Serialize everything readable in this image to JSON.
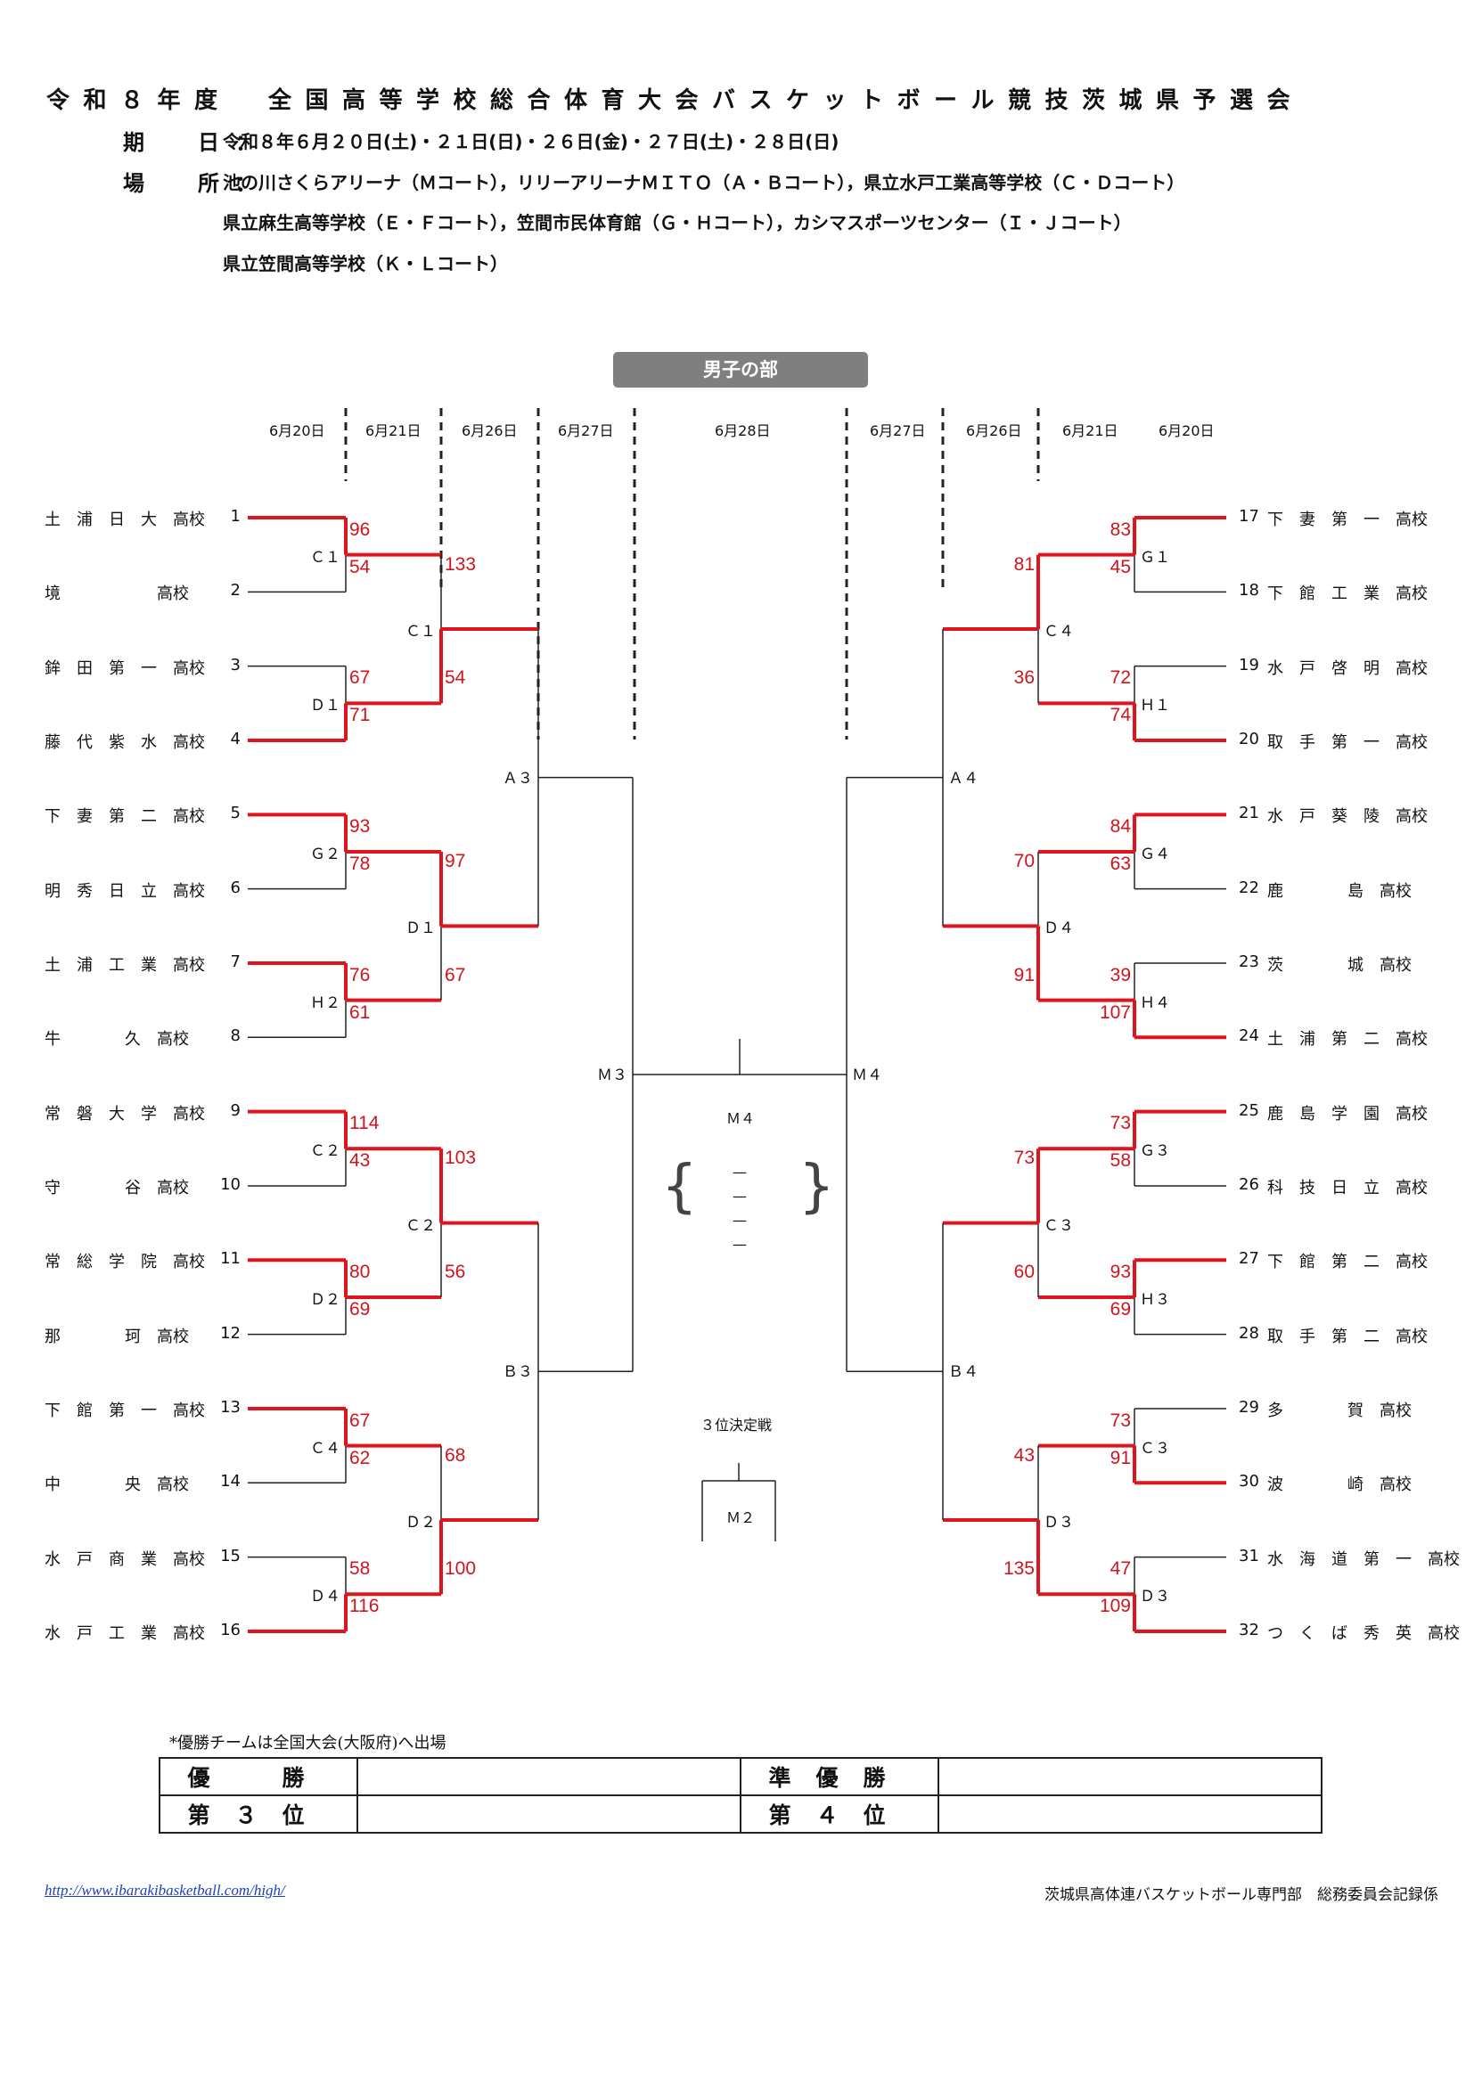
{
  "header": {
    "title": "令和８年度　全国高等学校総合体育大会バスケットボール競技茨城県予選会",
    "date_label": "期　日：",
    "date_value": "令和８年６月２０日(土)・２１日(日)・２６日(金)・２７日(土)・２８日(日)",
    "venue_label": "場　所：",
    "venue_lines": [
      "池の川さくらアリーナ（Ｍコート），リリーアリーナＭＩＴＯ（Ａ・Ｂコート），県立水戸工業高等学校（Ｃ・Ｄコート）",
      "県立麻生高等学校（Ｅ・Ｆコート），笠間市民体育館（Ｇ・Ｈコート），カシマスポーツセンター（Ｉ・Ｊコート）",
      "県立笠間高等学校（Ｋ・Ｌコート）"
    ]
  },
  "section_title": "男子の部",
  "dates": {
    "left": [
      "6月20日",
      "6月21日",
      "6月26日",
      "6月27日"
    ],
    "center": "6月28日",
    "right": [
      "6月27日",
      "6月26日",
      "6月21日",
      "6月20日"
    ]
  },
  "teams_left": [
    {
      "seed": "1",
      "name": "土　浦　日　大　高校"
    },
    {
      "seed": "2",
      "name": "境　　　　　　高校"
    },
    {
      "seed": "3",
      "name": "鉾　田　第　一　高校"
    },
    {
      "seed": "4",
      "name": "藤　代　紫　水　高校"
    },
    {
      "seed": "5",
      "name": "下　妻　第　二　高校"
    },
    {
      "seed": "6",
      "name": "明　秀　日　立　高校"
    },
    {
      "seed": "7",
      "name": "土　浦　工　業　高校"
    },
    {
      "seed": "8",
      "name": "牛　　　　久　高校"
    },
    {
      "seed": "9",
      "name": "常　磐　大　学　高校"
    },
    {
      "seed": "10",
      "name": "守　　　　谷　高校"
    },
    {
      "seed": "11",
      "name": "常　総　学　院　高校"
    },
    {
      "seed": "12",
      "name": "那　　　　珂　高校"
    },
    {
      "seed": "13",
      "name": "下　館　第　一　高校"
    },
    {
      "seed": "14",
      "name": "中　　　　央　高校"
    },
    {
      "seed": "15",
      "name": "水　戸　商　業　高校"
    },
    {
      "seed": "16",
      "name": "水　戸　工　業　高校"
    }
  ],
  "teams_right": [
    {
      "seed": "17",
      "name": "下　妻　第　一　高校"
    },
    {
      "seed": "18",
      "name": "下　館　工　業　高校"
    },
    {
      "seed": "19",
      "name": "水　戸　啓　明　高校"
    },
    {
      "seed": "20",
      "name": "取　手　第　一　高校"
    },
    {
      "seed": "21",
      "name": "水　戸　葵　陵　高校"
    },
    {
      "seed": "22",
      "name": "鹿　　　　島　高校"
    },
    {
      "seed": "23",
      "name": "茨　　　　城　高校"
    },
    {
      "seed": "24",
      "name": "土　浦　第　二　高校"
    },
    {
      "seed": "25",
      "name": "鹿　島　学　園　高校"
    },
    {
      "seed": "26",
      "name": "科　技　日　立　高校"
    },
    {
      "seed": "27",
      "name": "下　館　第　二　高校"
    },
    {
      "seed": "28",
      "name": "取　手　第　二　高校"
    },
    {
      "seed": "29",
      "name": "多　　　　賀　高校"
    },
    {
      "seed": "30",
      "name": "波　　　　崎　高校"
    },
    {
      "seed": "31",
      "name": "水　海　道　第　一　高校"
    },
    {
      "seed": "32",
      "name": "つ　く　ば　秀　英　高校"
    }
  ],
  "r1_left": [
    {
      "court": "Ｃ１",
      "top": "96",
      "bottom": "54",
      "winner": "top"
    },
    {
      "court": "Ｄ１",
      "top": "67",
      "bottom": "71",
      "winner": "bottom"
    },
    {
      "court": "Ｇ２",
      "top": "93",
      "bottom": "78",
      "winner": "top"
    },
    {
      "court": "Ｈ２",
      "top": "76",
      "bottom": "61",
      "winner": "top"
    },
    {
      "court": "Ｃ２",
      "top": "114",
      "bottom": "43",
      "winner": "top"
    },
    {
      "court": "Ｄ２",
      "top": "80",
      "bottom": "69",
      "winner": "top"
    },
    {
      "court": "Ｃ４",
      "top": "67",
      "bottom": "62",
      "winner": "top"
    },
    {
      "court": "Ｄ４",
      "top": "58",
      "bottom": "116",
      "winner": "bottom"
    }
  ],
  "r1_right": [
    {
      "court": "Ｇ１",
      "top": "83",
      "bottom": "45",
      "winner": "top"
    },
    {
      "court": "Ｈ１",
      "top": "72",
      "bottom": "74",
      "winner": "bottom"
    },
    {
      "court": "Ｇ４",
      "top": "84",
      "bottom": "63",
      "winner": "top"
    },
    {
      "court": "Ｈ４",
      "top": "39",
      "bottom": "107",
      "winner": "bottom"
    },
    {
      "court": "Ｇ３",
      "top": "73",
      "bottom": "58",
      "winner": "top"
    },
    {
      "court": "Ｈ３",
      "top": "93",
      "bottom": "69",
      "winner": "top"
    },
    {
      "court": "Ｃ３",
      "top": "73",
      "bottom": "91",
      "winner": "bottom"
    },
    {
      "court": "Ｄ３",
      "top": "47",
      "bottom": "109",
      "winner": "bottom"
    }
  ],
  "r2_left": [
    {
      "court": "Ｃ１",
      "top": "133",
      "bottom": "54",
      "winner": "bottom"
    },
    {
      "court": "Ｄ１",
      "top": "97",
      "bottom": "67",
      "winner": "top"
    },
    {
      "court": "Ｃ２",
      "top": "103",
      "bottom": "56",
      "winner": "top"
    },
    {
      "court": "Ｄ２",
      "top": "68",
      "bottom": "100",
      "winner": "bottom"
    }
  ],
  "r2_right": [
    {
      "court": "Ｃ４",
      "top": "81",
      "bottom": "36",
      "winner": "top"
    },
    {
      "court": "Ｄ４",
      "top": "70",
      "bottom": "91",
      "winner": "bottom"
    },
    {
      "court": "Ｃ３",
      "top": "73",
      "bottom": "60",
      "winner": "top"
    },
    {
      "court": "Ｄ３",
      "top": "43",
      "bottom": "135",
      "winner": "bottom"
    }
  ],
  "r3": {
    "left": [
      "Ａ３",
      "Ｂ３"
    ],
    "right": [
      "Ａ４",
      "Ｂ４"
    ]
  },
  "r4": {
    "left": "Ｍ３",
    "right": "Ｍ４"
  },
  "final": {
    "court": "Ｍ４",
    "dashes": [
      "—",
      "—",
      "—",
      "—"
    ]
  },
  "third_place": {
    "label": "３位決定戦",
    "court": "Ｍ２"
  },
  "note": "*優勝チームは全国大会(大阪府)へ出場",
  "results": {
    "champion": "優　勝",
    "runner_up": "準優勝",
    "third": "第３位",
    "fourth": "第４位",
    "champion_value": "",
    "runner_up_value": "",
    "third_value": "",
    "fourth_value": ""
  },
  "footer": {
    "url": "http://www.ibarakibasketball.com/high/",
    "credit": "茨城県高体連バスケットボール専門部　総務委員会記録係"
  },
  "colors": {
    "win_line": "#e0141c",
    "line": "#222222",
    "score": "#d1141c",
    "badge": "#7f7f7f"
  }
}
